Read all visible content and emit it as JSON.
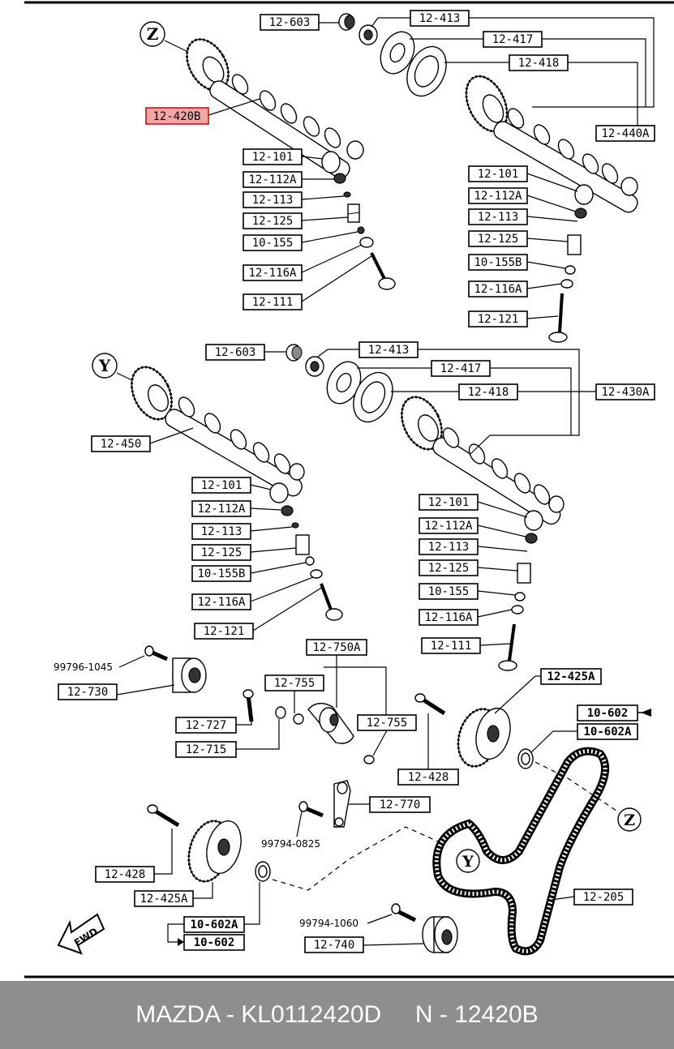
{
  "labels": {
    "z_top": "Z",
    "y_mid": "Y",
    "z_belt": "Z",
    "y_belt": "Y",
    "fwd": "FWD",
    "t603": "12-603",
    "t413": "12-413",
    "t417": "12-417",
    "t418": "12-418",
    "t420b": "12-420B",
    "t440a": "12-440A",
    "l101": "12-101",
    "l112a": "12-112A",
    "l113": "12-113",
    "l125": "12-125",
    "l155": "10-155",
    "l116a": "12-116A",
    "l111": "12-111",
    "r101": "12-101",
    "r112a": "12-112A",
    "r113": "12-113",
    "r125": "12-125",
    "r155b": "10-155B",
    "r116a": "12-116A",
    "r121": "12-121",
    "m603": "12-603",
    "m413": "12-413",
    "m417": "12-417",
    "m418": "12-418",
    "m430a": "12-430A",
    "m450": "12-450",
    "ml101": "12-101",
    "ml112a": "12-112A",
    "ml113": "12-113",
    "ml125": "12-125",
    "ml155b": "10-155B",
    "ml116a": "12-116A",
    "ml121": "12-121",
    "mr101": "12-101",
    "mr112a": "12-112A",
    "mr113": "12-113",
    "mr125": "12-125",
    "mr155": "10-155",
    "mr116a": "12-116A",
    "mr111": "12-111",
    "b1045": "99796-1045",
    "b730": "12-730",
    "b750a": "12-750A",
    "b755a": "12-755",
    "b755b": "12-755",
    "b727": "12-727",
    "b715": "12-715",
    "b425a_r": "12-425A",
    "b602_r": "10-602",
    "b602a_r": "10-602A",
    "b428_r": "12-428",
    "b770": "12-770",
    "b0825": "99794-0825",
    "b428_l": "12-428",
    "b425a_l": "12-425A",
    "b602a_l": "10-602A",
    "b602_l": "10-602",
    "b1060": "99794-1060",
    "b740": "12-740",
    "b205": "12-205"
  },
  "footer": {
    "brand_part": "MAZDA - KL0112420D",
    "ref": "N - 12420B"
  },
  "colors": {
    "highlight_fill": "#f3a6a6",
    "highlight_stroke": "#d01010",
    "footer_bg": "#8e8e8e"
  }
}
